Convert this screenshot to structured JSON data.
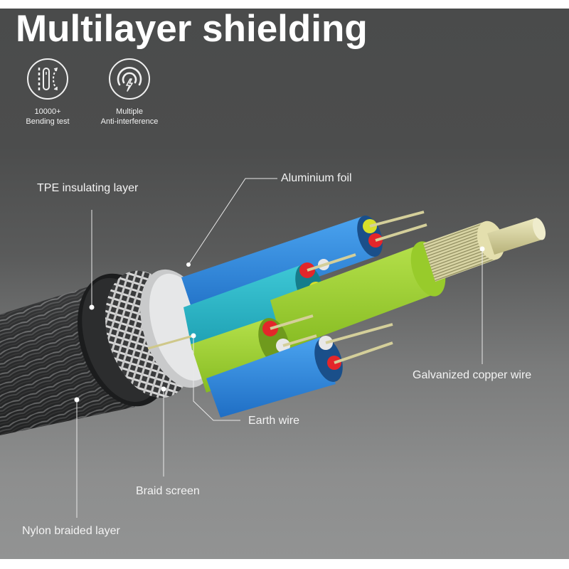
{
  "header": {
    "title": "Multilayer shielding"
  },
  "features": [
    {
      "icon": "bending-test-icon",
      "line1": "10000+",
      "line2": "Bending test"
    },
    {
      "icon": "anti-interference-icon",
      "line1": "Multiple",
      "line2": "Anti-interference"
    }
  ],
  "callouts": {
    "tpe": "TPE insulating layer",
    "aluminium": "Aluminium foil",
    "copper": "Galvanized copper wire",
    "earth": "Earth wire",
    "braid": "Braid screen",
    "nylon": "Nylon braided layer"
  },
  "colors": {
    "blue_sheath": "#2f86d6",
    "cyan_sheath": "#2fb8c8",
    "green_sheath": "#9ccf2e",
    "red_insulator": "#e3262a",
    "yellow_insulator": "#d8e02a",
    "white_insulator": "#e8e8e8",
    "copper": "#d4cf9a",
    "jacket": "#1e1f20"
  }
}
